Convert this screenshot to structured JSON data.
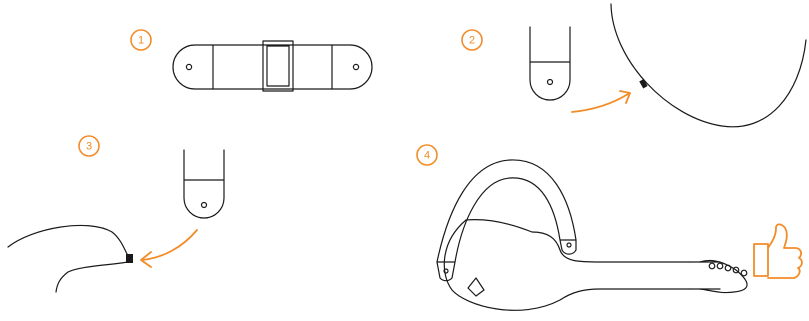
{
  "steps": [
    {
      "number": "1"
    },
    {
      "number": "2"
    },
    {
      "number": "3"
    },
    {
      "number": "4"
    }
  ],
  "colors": {
    "accent": "#F28C28",
    "line": "#1a1a1a",
    "background": "#ffffff"
  },
  "icons": {
    "step_1": "strap-flat-icon",
    "step_2": "strap-end-to-guitar-body-icon",
    "step_3": "strap-end-to-strap-button-icon",
    "step_4": "guitar-with-strap-icon",
    "approval": "thumbs-up-icon"
  }
}
